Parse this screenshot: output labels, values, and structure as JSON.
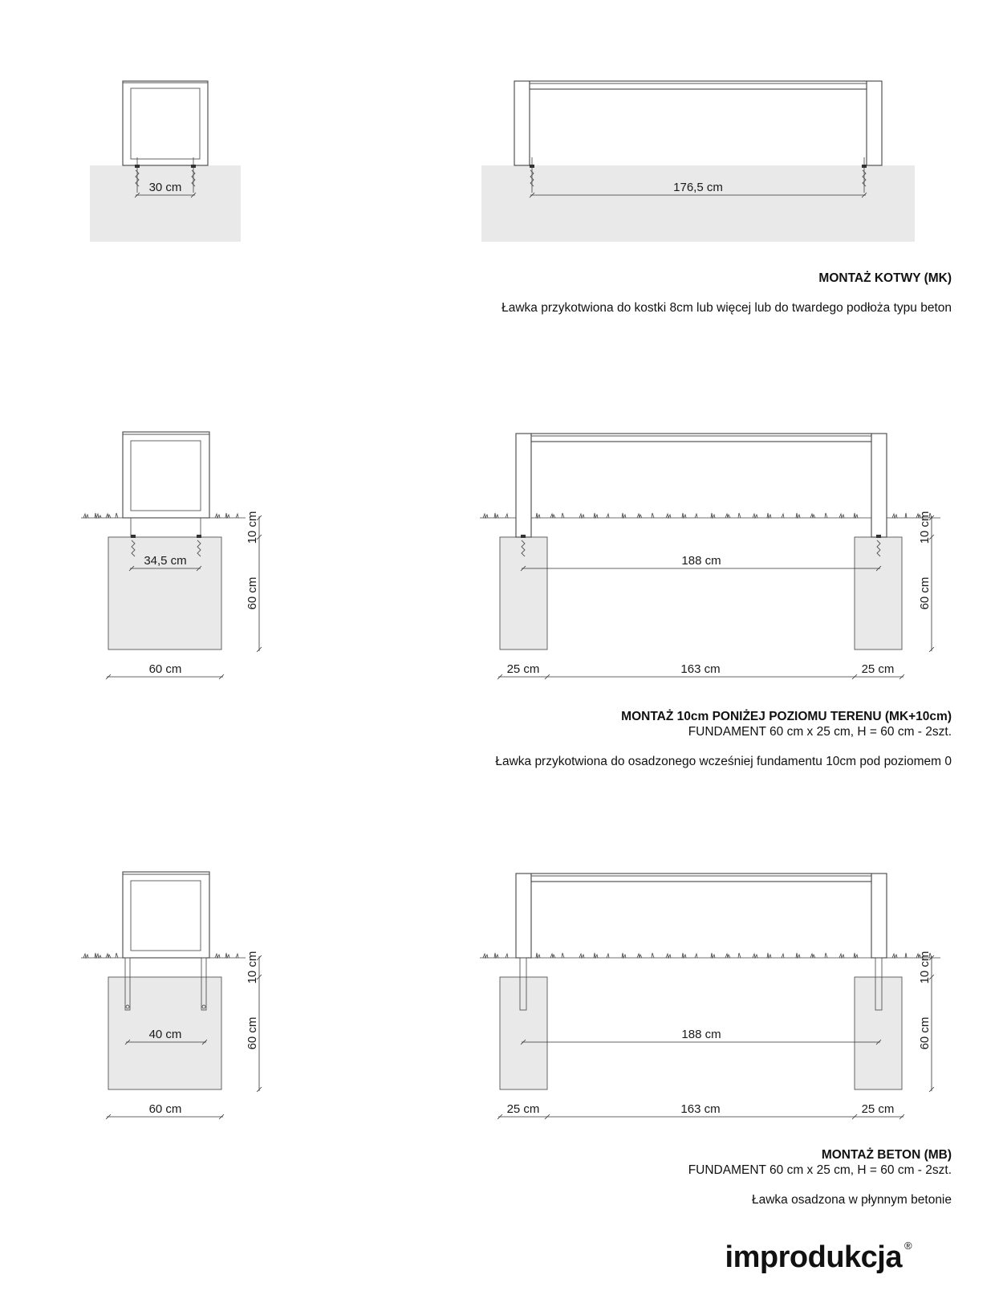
{
  "section_mk": {
    "title": "MONTAŻ KOTWY (MK)",
    "description": "Ławka przykotwiona do kostki 8cm lub więcej lub do twardego podłoża typu beton",
    "dims": {
      "side_anchor": "30 cm",
      "front_anchor": "176,5 cm"
    }
  },
  "section_mk10": {
    "title": "MONTAŻ 10cm PONIŻEJ POZIOMU TERENU (MK+10cm)",
    "foundation": "FUNDAMENT 60 cm x 25 cm, H = 60 cm - 2szt.",
    "description": "Ławka przykotwiona do osadzonego wcześniej fundamentu 10cm pod poziomem 0",
    "dims": {
      "side_anchor": "34,5 cm",
      "side_width": "60 cm",
      "depth_top": "10 cm",
      "depth_found": "60 cm",
      "front_anchor": "188 cm",
      "front_left": "25 cm",
      "front_mid": "163 cm",
      "front_right": "25 cm"
    }
  },
  "section_mb": {
    "title": "MONTAŻ BETON (MB)",
    "foundation": "FUNDAMENT 60 cm x 25 cm, H = 60 cm - 2szt.",
    "description": "Ławka osadzona w płynnym betonie",
    "dims": {
      "side_leg": "40 cm",
      "side_width": "60 cm",
      "depth_top": "10 cm",
      "depth_found": "60 cm",
      "front_anchor": "188 cm",
      "front_left": "25 cm",
      "front_mid": "163 cm",
      "front_right": "25 cm"
    }
  },
  "logo": {
    "text": "improdukcja",
    "mark": "®"
  }
}
